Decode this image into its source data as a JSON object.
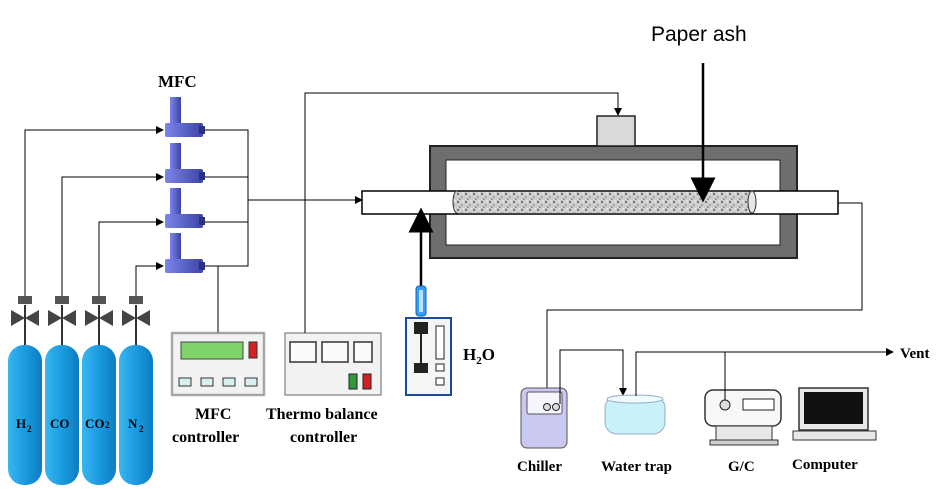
{
  "labels": {
    "mfc": "MFC",
    "paper_ash": "Paper ash",
    "h2o_main": "H",
    "h2o_sub": "2",
    "h2o_end": "O",
    "vent": "Vent",
    "mfc_controller_line1": "MFC",
    "mfc_controller_line2": "controller",
    "thermo_line1": "Thermo balance",
    "thermo_line2": "controller",
    "chiller": "Chiller",
    "water_trap": "Water trap",
    "gc": "G/C",
    "computer": "Computer"
  },
  "cylinders": [
    {
      "main": "H",
      "sub": "2"
    },
    {
      "main": "CO",
      "sub": ""
    },
    {
      "main": "CO",
      "sub": "2"
    },
    {
      "main": "N",
      "sub": "2"
    }
  ],
  "colors": {
    "cylinder": "#1ea0e0",
    "mfc": "#5a63c8",
    "furnace": "#6e6e6e",
    "sample": "#b8b8b8",
    "chiller": "#c9c8f0",
    "water_trap": "#c8f2f8",
    "lcd": "#7ed36b",
    "red_led": "#d42020",
    "green_led": "#2e9a3a",
    "pump": "#2fa0ff"
  }
}
